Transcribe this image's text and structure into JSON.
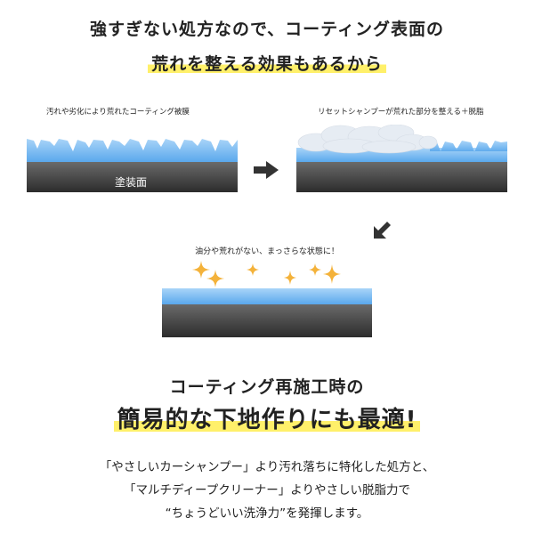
{
  "header": {
    "line1": "強すぎない処方なので、コーティング表面の",
    "line2": "荒れを整える効果もあるから"
  },
  "diagram": {
    "caption_left": "汚れや劣化により荒れたコーティング被膜",
    "caption_right": "リセットシャンプーが荒れた部分を整える＋脱脂",
    "base_label": "塗装面",
    "caption_bottom": "油分や荒れがない、まっさらな状態に！",
    "colors": {
      "coating": "#6fb5f0",
      "base": "#3a3a3a",
      "arrow": "#333333",
      "sparkle": "#f4b23a",
      "highlight": "#fff06a"
    }
  },
  "section2": {
    "line1": "コーティング再施工時の",
    "line2": "簡易的な下地作りにも最適!"
  },
  "body": {
    "line1": "「やさしいカーシャンプー」より汚れ落ちに特化した処方と、",
    "line2": "「マルチディープクリーナー」よりやさしい脱脂力で",
    "line3": "“ちょうどいい洗浄力”を発揮します。"
  }
}
